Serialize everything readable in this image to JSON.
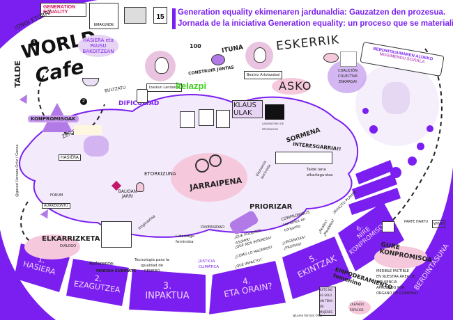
{
  "header": {
    "title_eu": "Generation equality ekimenaren jardunaldia: Gauzatzen den prozesua.",
    "title_es": "Jornada de la iniciativa Generation equality: un proceso que se materializa.",
    "logos": {
      "generation_equality": "GENERATION EQUALITY",
      "emakunde": "EMAKUNDE",
      "date_number": "15"
    }
  },
  "left_panel": {
    "ongi_etorri": "!ONGI ETORRI!",
    "world": "WORLD",
    "cafe": "Cafe",
    "talde": "TALDE",
    "bubble_text": "HASIERA eta PAUSU BAKOITZEAN",
    "kompromisoak": "KONPROMISOAK",
    "zer_egin": "ZER EGIN",
    "credit": "@garazi Ilarraza Ortiz / Gunea"
  },
  "top_center": {
    "person1": "Izaskun Landaida",
    "person2": "Beatriz Artolazabal",
    "ituna": "ITUNA",
    "construir_juntas": "CONSTRUIR JUNTAS",
    "itelazpi": "itelazpi",
    "numbers": "100"
  },
  "top_right": {
    "eskerrik_asko_1": "ESKERRIK",
    "eskerrik_asko_2": "ASKO",
    "coalicion": "COALICIÓN COLECTIVA ENKARGAI",
    "banner_line1": "BERDINTASUNAREN ALDEKO",
    "banner_line2": "MUGIMENDU SOZIALA"
  },
  "middle": {
    "dificultad": "DIFICULTAD",
    "bultzatu": "BULTZATU",
    "klausulak": "KLAUSULAK",
    "sormena": "SORMENA",
    "jarraipena": "JARRAIPENA",
    "etorkizuna": "ETORKIZUNA",
    "hasiera_sign": "HASIERA",
    "interesgarria": "INTERESGARRIA!!",
    "balioan_jarri": "BALIOAN JARRI",
    "talde_lana": "Talde lana elkarlaguntza",
    "ekonomia_feminista": "Ekonomia feminista",
    "kamera_label": "LABORATORIO DE PREVENCIÓN",
    "forum": "FORUM",
    "aurrekontu": "AURREKONTU"
  },
  "lower_center": {
    "elkarrizketa": "ELKARRIZKETA",
    "dialogo": "DIÁLOGO",
    "referente": "Referente:",
    "marina": "MARINA SUBIRATS",
    "tecnologia": "Tecnología para la igualdad de GÉNERO",
    "liderazgo": "Liderazgo feminista",
    "justicia": "JUSTICIA CLIMÁTICA",
    "diversidad": "DIVERSIDAD",
    "inspirazioa": "Inspirazioa",
    "priorizar": "PRIORIZAR",
    "compromisos": "COMPROMISOS comunes en conjunto",
    "que_podemos": "¿QUÉ PODEMOS ASUMIR?",
    "que_interesa": "¿QUÉ NOS INTERESA?",
    "como": "¿CÓMO LO HACEMOS?",
    "impacto": "¿QUÉ IMPACTO?",
    "urgencias": "¿URGENCIAS? ¿PROPIAS?",
    "reales": "¿Reales? ¿Medibles?",
    "zehaztu": "ZEHAZTU PLANAK"
  },
  "steps": [
    {
      "num": "1.",
      "label": "HASIERA"
    },
    {
      "num": "2.",
      "label": "EZAGUTZEA"
    },
    {
      "num": "3.",
      "label": "INPAKTUA"
    },
    {
      "num": "4.",
      "label": "ETA ORAIN?"
    },
    {
      "num": "5.",
      "label": "EKINTZAK"
    },
    {
      "num": "6.",
      "label": "NIRE KONPROMISOA"
    }
  ],
  "bottom_right": {
    "gure_konpromisoa": "GURE KONPROMISOA",
    "checklist": [
      "MEDIBLE FACTIBLE",
      "EN NUESTRA ÁREA DE INFLUENCIA",
      "APROBADO POR ÓRGANO DE GOBIERNO"
    ],
    "parte_hartu": "PARTE HARTU",
    "www": "WWW",
    "empoderamiento": "EMPODERAMIENTO femenino",
    "esto_no": "ESTO NO ES SOLO UN TEMA DE MUJERES",
    "creando_espacios": "CREANDO ESPACIOS",
    "berdintasuna": "BERDINTASUNA",
    "signature": "@Lorea Ilarraza Ortiz"
  },
  "colors": {
    "accent_purple": "#7a1ff0",
    "light_lilac": "#e7d4f5",
    "pink": "#f6c8dc",
    "step_text": "#f2d6ff"
  }
}
